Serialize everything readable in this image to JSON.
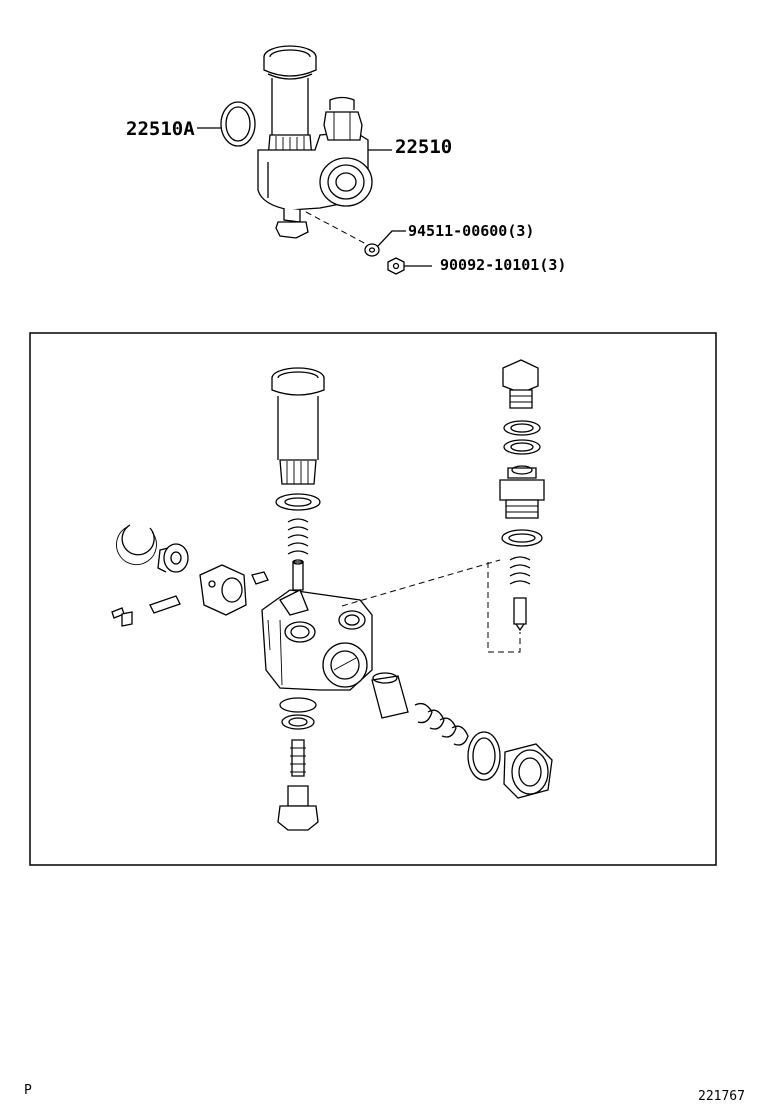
{
  "callouts": {
    "assembly_left": "22510A",
    "assembly_right": "22510",
    "washer": "94511-00600(3)",
    "nut": "90092-10101(3)"
  },
  "footer": {
    "left_mark": "P",
    "figure_number": "221767"
  }
}
